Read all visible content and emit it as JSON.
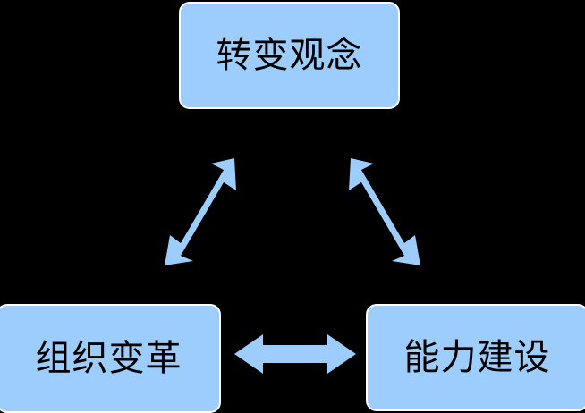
{
  "diagram": {
    "type": "triangle-relationship",
    "background_color": "#000000",
    "shape_fill_color": "#9DCDFC",
    "shape_border_color": "#FFFFFF",
    "text_color": "#000000",
    "nodes": [
      {
        "id": "top",
        "label": "转变观念",
        "position": "top-center"
      },
      {
        "id": "bottom-left",
        "label": "组织变革",
        "position": "bottom-left"
      },
      {
        "id": "bottom-right",
        "label": "能力建设",
        "position": "bottom-right"
      }
    ],
    "connectors": [
      {
        "id": "left-diagonal",
        "from": "bottom-left",
        "to": "top",
        "style": "double-headed-arrow",
        "orientation": "diagonal-up-right",
        "color": "#9DCDFC"
      },
      {
        "id": "right-diagonal",
        "from": "top",
        "to": "bottom-right",
        "style": "double-headed-arrow",
        "orientation": "diagonal-down-right",
        "color": "#9DCDFC"
      },
      {
        "id": "horizontal",
        "from": "bottom-left",
        "to": "bottom-right",
        "style": "double-headed-arrow",
        "orientation": "horizontal",
        "color": "#9DCDFC"
      }
    ]
  }
}
